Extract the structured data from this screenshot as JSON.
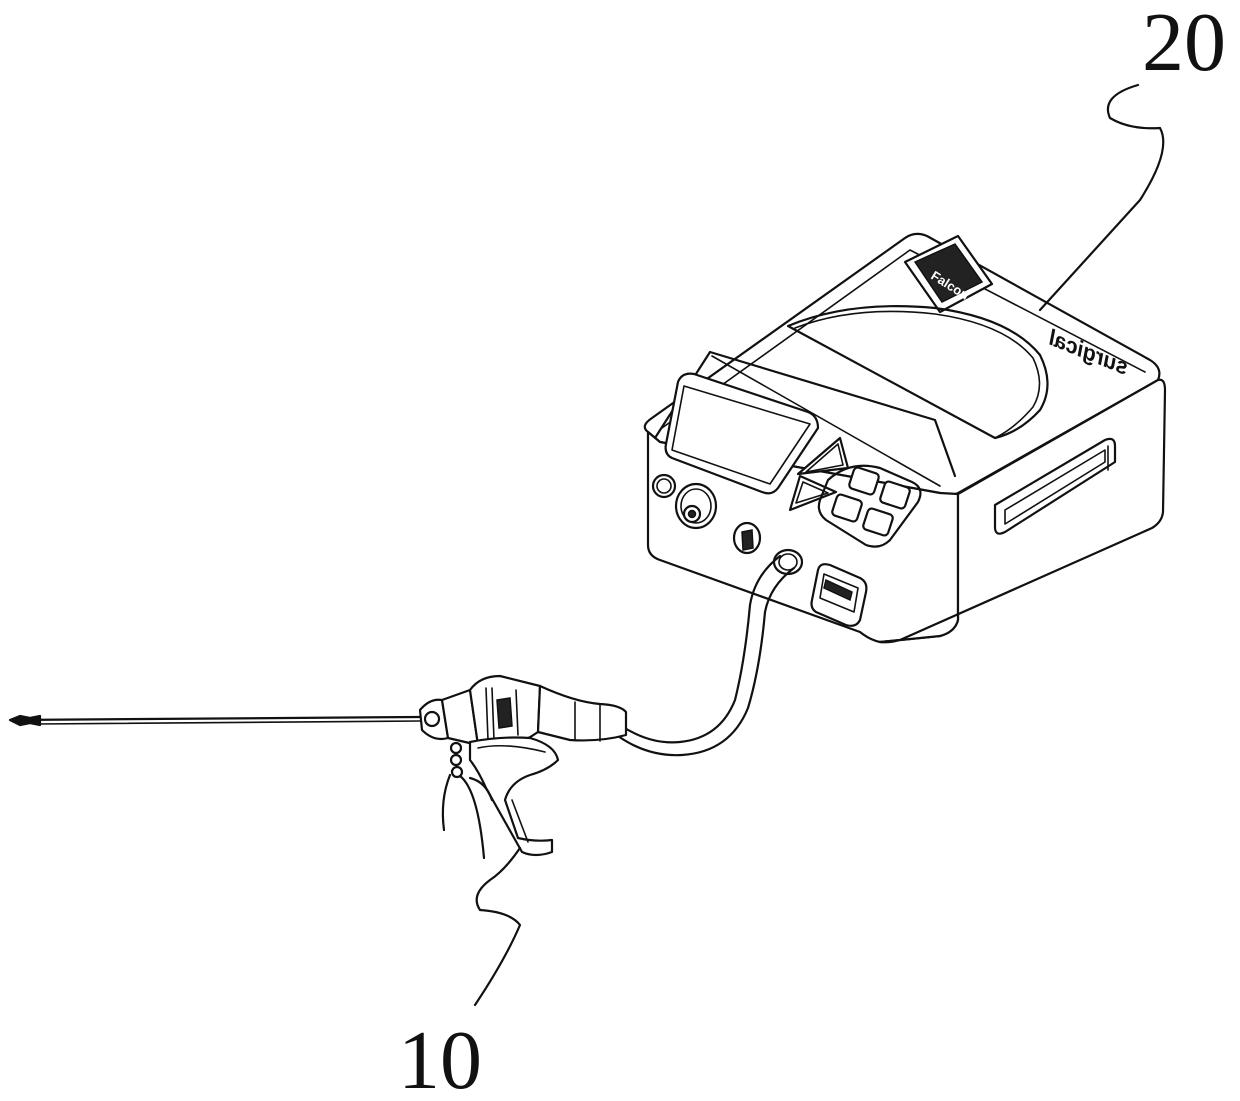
{
  "figure": {
    "background": "#ffffff",
    "line_color": "#111111",
    "labels": {
      "generator": "20",
      "instrument": "10"
    },
    "generator_top_label": "Falcon",
    "generator_brand": "surgical"
  }
}
